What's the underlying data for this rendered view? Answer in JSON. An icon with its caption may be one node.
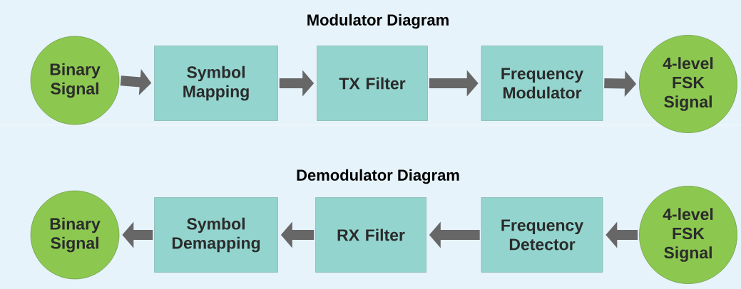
{
  "diagram": {
    "nodes": [
      {
        "text": [
          "Binary Signal"
        ]
      },
      {
        "text": [
          "Symbol Mapping"
        ]
      },
      {
        "text": [
          "TX Filter"
        ]
      },
      {
        "text": [
          "Frequency Modulator"
        ]
      },
      {
        "text": [
          "4-level FSK Signal"
        ]
      },
      {
        "text": [
          "4-level FSK Signal"
        ]
      },
      {
        "text": [
          "Frequency Detector"
        ]
      },
      {
        "text": [
          "RX Filter"
        ]
      },
      {
        "text": [
          "Symbol Demapping"
        ]
      },
      {
        "text": [
          "Binary Signal"
        ]
      }
    ],
    "edges": [
      {
        "from": 0,
        "to": 1,
        "arrow": "to"
      },
      {
        "from": 1,
        "to": 2,
        "arrow": "to"
      },
      {
        "from": 2,
        "to": 3,
        "arrow": "to"
      },
      {
        "from": 3,
        "to": 4,
        "arrow": "to"
      },
      {
        "from": 5,
        "to": 6,
        "arrow": "to"
      },
      {
        "from": 6,
        "to": 7,
        "arrow": "to"
      },
      {
        "from": 7,
        "to": 8,
        "arrow": "to"
      },
      {
        "from": 8,
        "to": 9,
        "arrow": "to"
      }
    ],
    "labels": [
      "Modulator Diagram",
      "Demodulator Diagram"
    ]
  }
}
